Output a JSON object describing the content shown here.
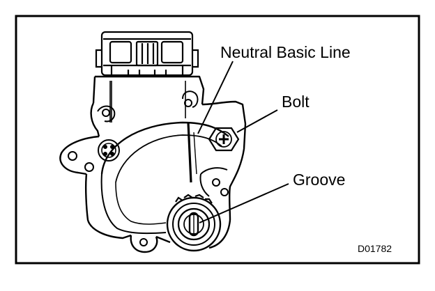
{
  "labels": {
    "neutral_basic_line": "Neutral Basic Line",
    "bolt": "Bolt",
    "groove": "Groove"
  },
  "figure_code": "D01782",
  "colors": {
    "ink": "#000000",
    "paper": "#ffffff"
  }
}
